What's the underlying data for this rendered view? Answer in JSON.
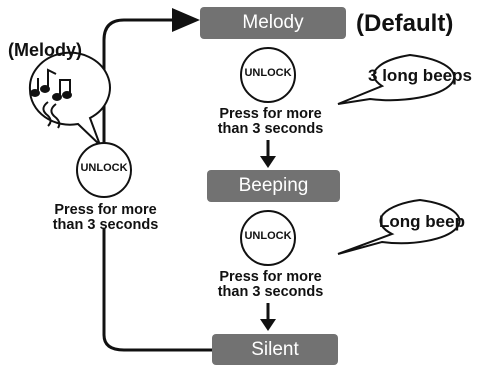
{
  "modes": {
    "melody": "Melody",
    "beeping": "Beeping",
    "silent": "Silent"
  },
  "default_label": "(Default)",
  "melody_tag": "(Melody)",
  "button_label": "UNLOCK",
  "instruction": {
    "line1": "Press for more",
    "line2": "than 3 seconds"
  },
  "bubbles": {
    "three_long_beeps": "3 long beeps",
    "long_beep": "Long beep"
  },
  "icons": {
    "music_notes": "music-notes-icon",
    "arrow": "arrow-icon"
  },
  "colors": {
    "mode_box_fill": "#727272",
    "mode_box_text": "#ffffff",
    "ink": "#111111"
  }
}
